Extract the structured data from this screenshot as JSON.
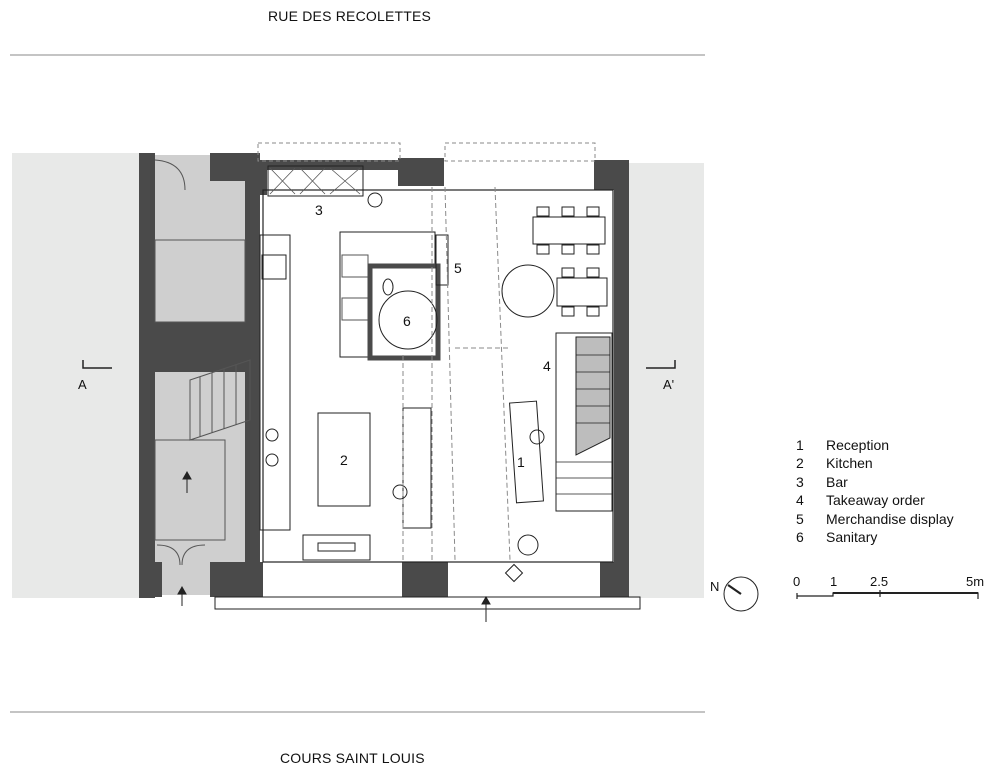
{
  "streets": {
    "top": "RUE DES RECOLETTES",
    "bottom": "COURS SAINT LOUIS"
  },
  "section_markers": {
    "left": "A",
    "right": "A'"
  },
  "room_numbers": [
    "1",
    "2",
    "3",
    "4",
    "5",
    "6"
  ],
  "legend": [
    {
      "num": "1",
      "label": "Reception"
    },
    {
      "num": "2",
      "label": "Kitchen"
    },
    {
      "num": "3",
      "label": "Bar"
    },
    {
      "num": "4",
      "label": "Takeaway order"
    },
    {
      "num": "5",
      "label": "Merchandise display"
    },
    {
      "num": "6",
      "label": "Sanitary"
    }
  ],
  "north": "N",
  "scale": {
    "ticks": [
      "0",
      "1",
      "2.5",
      "5m"
    ]
  },
  "colors": {
    "wall": "#4a4a4a",
    "neighbor_fill": "#cfcfcf",
    "outside_fill": "#e8e9e8",
    "line": "#222222",
    "dashed": "#8a8a8a"
  }
}
